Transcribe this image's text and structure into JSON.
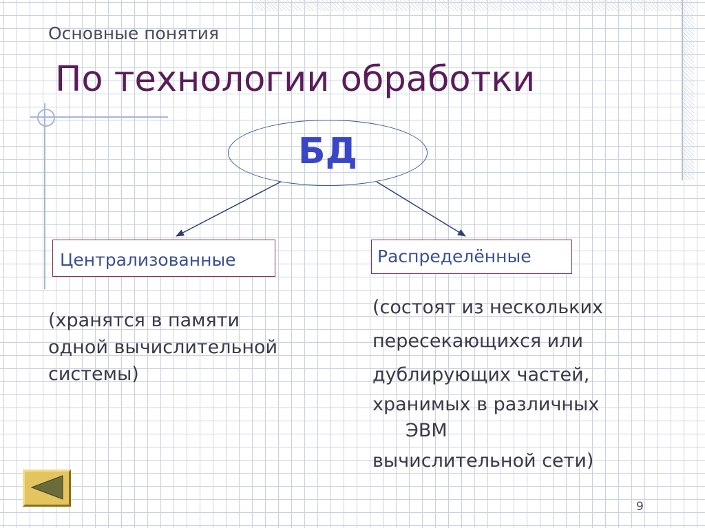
{
  "slide": {
    "subtitle": "Основные понятия",
    "title": "По технологии обработки",
    "center_node": "БД",
    "branches": [
      {
        "label": "Централизованные",
        "description_lines": [
          "(хранятся в памяти",
          "одной вычислительной",
          "системы)"
        ]
      },
      {
        "label": "Распределённые",
        "description_lines": [
          "(состоят из нескольких",
          "пересекающихся или",
          "дублирующих частей,",
          "хранимых в различных",
          "ЭВМ",
          "вычислительной сети)"
        ]
      }
    ],
    "page_number": "9"
  },
  "navigation": {
    "back_icon": "triangle-left-icon"
  },
  "colors": {
    "title": "#5c1b5a",
    "center_node_text": "#3946c7",
    "box_border": "#8c2d4f",
    "box_text": "#3b4f97",
    "button_fill": "#e3c45f",
    "button_icon": "#6b6b3c",
    "grid": "#c9d2e3"
  }
}
